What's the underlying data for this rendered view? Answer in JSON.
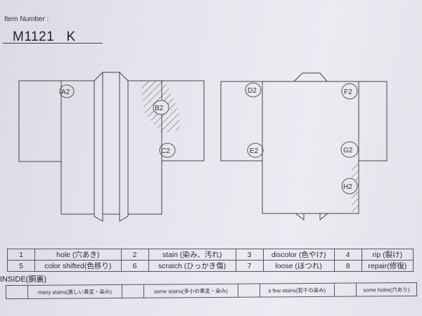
{
  "header": {
    "item_number_label": "Item Number :",
    "item_number": "M1121   K"
  },
  "front_diagram": {
    "marks": [
      "A2",
      "B2",
      "C2"
    ],
    "hatched_area": "B2"
  },
  "back_diagram": {
    "marks": [
      "D2",
      "E2",
      "F2",
      "G2",
      "H2"
    ],
    "hatched_area": "H2"
  },
  "legend": {
    "rows": [
      [
        {
          "num": "1",
          "label": "hole (穴あき)"
        },
        {
          "num": "2",
          "label": "stain (染み、汚れ)"
        },
        {
          "num": "3",
          "label": "discolor (色やけ)"
        },
        {
          "num": "4",
          "label": "rip (裂け)"
        }
      ],
      [
        {
          "num": "5",
          "label": "color shifted(色移り)"
        },
        {
          "num": "6",
          "label": "scratch (ひっかき傷)"
        },
        {
          "num": "7",
          "label": "loose (ほつれ)"
        },
        {
          "num": "8",
          "label": "repair(修復)"
        }
      ]
    ]
  },
  "inside": {
    "title": "INSIDE(胴裏)",
    "options": [
      {
        "label": "many stains(激しい黄変・染み)",
        "checked": false
      },
      {
        "label": "some stains(多小の黄変・染み)",
        "checked": false
      },
      {
        "label": "a few stains(若干の染み)",
        "checked": false
      },
      {
        "label": "some holes(穴あり)",
        "checked": false
      }
    ]
  }
}
